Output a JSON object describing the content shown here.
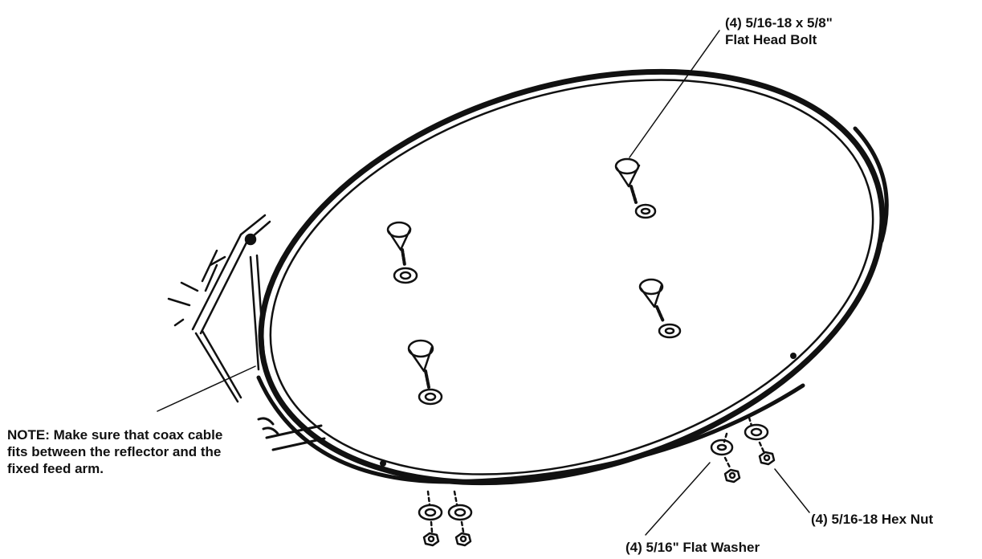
{
  "callouts": {
    "bolt": {
      "line1": "(4) 5/16-18 x 5/8\"",
      "line2": "Flat Head Bolt"
    },
    "hex_nut": "(4) 5/16-18 Hex Nut",
    "flat_washer": "(4) 5/16\" Flat Washer",
    "note": "NOTE: Make sure that coax cable fits between the reflector and the fixed feed arm."
  },
  "colors": {
    "ink": "#111111",
    "paper": "#ffffff"
  }
}
